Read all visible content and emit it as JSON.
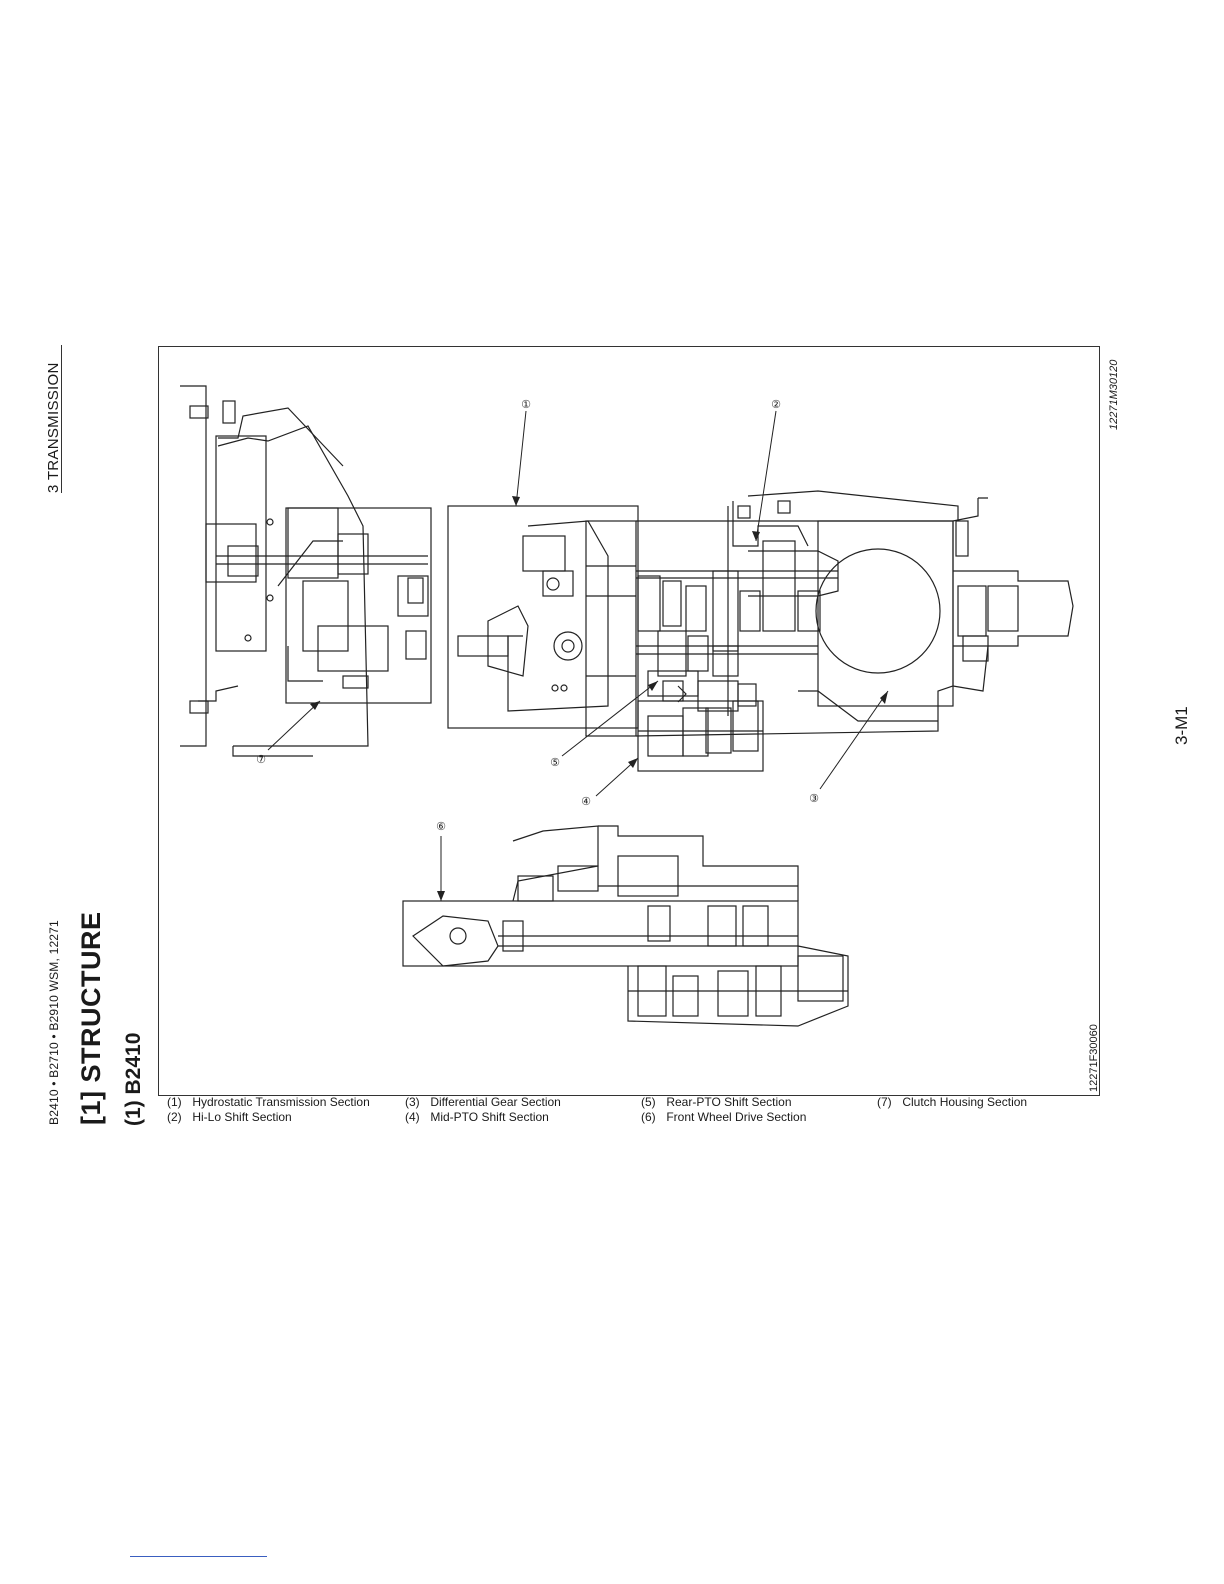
{
  "header": {
    "manual": "B2410 • B2710 • B2910 WSM, 12271",
    "chapter": "3 TRANSMISSION"
  },
  "section": {
    "title": "[1] STRUCTURE",
    "subtitle": "(1) B2410"
  },
  "figure": {
    "code_top": "12271M30120",
    "code_bottom": "12271F30060",
    "callouts": [
      "①",
      "②",
      "③",
      "④",
      "⑤",
      "⑥",
      "⑦"
    ]
  },
  "legend": [
    {
      "num": "(1)",
      "label": "Hydrostatic Transmission Section"
    },
    {
      "num": "(2)",
      "label": "Hi-Lo Shift Section"
    },
    {
      "num": "(3)",
      "label": "Differential Gear Section"
    },
    {
      "num": "(4)",
      "label": "Mid-PTO Shift Section"
    },
    {
      "num": "(5)",
      "label": "Rear-PTO Shift Section"
    },
    {
      "num": "(6)",
      "label": "Front Wheel Drive Section"
    },
    {
      "num": "(7)",
      "label": "Clutch Housing Section"
    }
  ],
  "page_number": "3-M1"
}
